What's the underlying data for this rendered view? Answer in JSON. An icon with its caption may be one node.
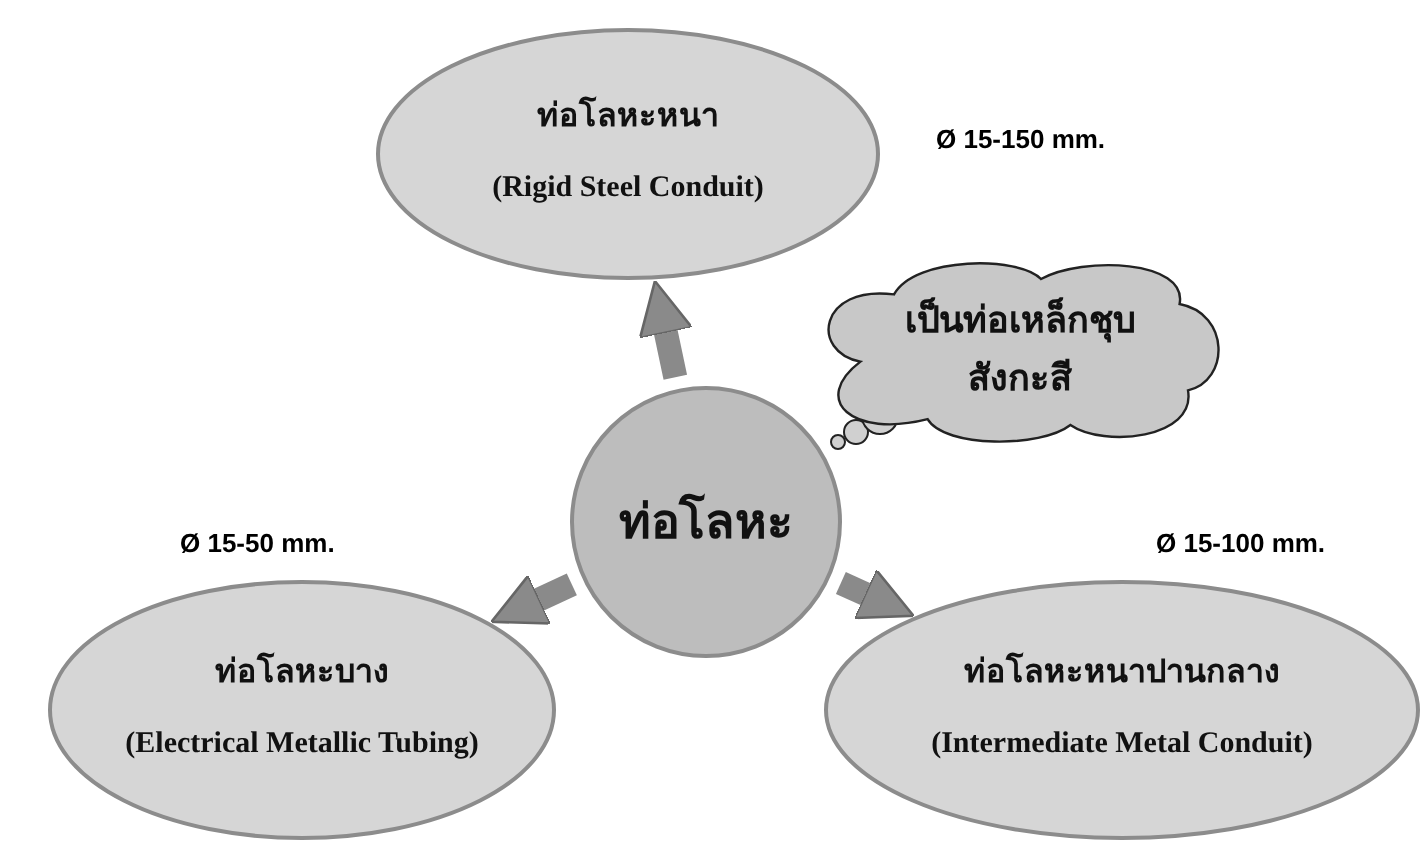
{
  "diagram": {
    "nodes": [
      {
        "text": [
          "ท่อโลหะ"
        ]
      },
      {
        "text": [
          "ท่อโลหะหนา",
          "(Rigid Steel Conduit)"
        ],
        "beside": [
          "Ø 15-150 mm."
        ]
      },
      {
        "text": [
          "เป็นท่อเหล็กชุบ สังกะสี"
        ]
      },
      {
        "text": [
          "ท่อโลหะบาง",
          "(Electrical Metallic Tubing)"
        ],
        "beside": [
          "Ø 15-50 mm."
        ]
      },
      {
        "text": [
          "ท่อโลหะหนาปานกลาง",
          "(Intermediate Metal Conduit)"
        ],
        "beside": [
          "Ø 15-100 mm."
        ]
      }
    ],
    "edges": [
      {
        "from": 0,
        "to": 1,
        "arrow": "to"
      },
      {
        "from": 0,
        "to": 3,
        "arrow": "to"
      },
      {
        "from": 0,
        "to": 4,
        "arrow": "to"
      }
    ]
  }
}
